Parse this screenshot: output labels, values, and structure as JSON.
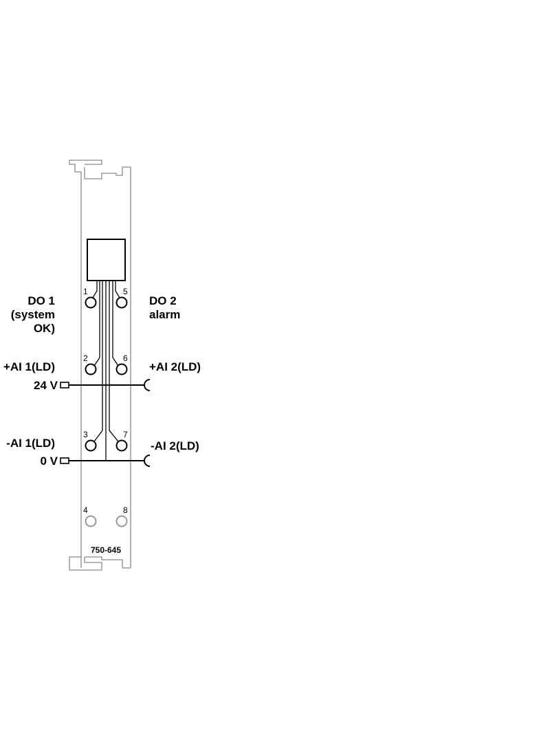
{
  "module": {
    "part_number": "750-645",
    "terminals": [
      {
        "number": "1",
        "active": true
      },
      {
        "number": "2",
        "active": true
      },
      {
        "number": "3",
        "active": true
      },
      {
        "number": "4",
        "active": false
      },
      {
        "number": "5",
        "active": true
      },
      {
        "number": "6",
        "active": true
      },
      {
        "number": "7",
        "active": true
      },
      {
        "number": "8",
        "active": false
      }
    ]
  },
  "labels": {
    "do1": [
      "DO 1",
      "(system",
      "OK)"
    ],
    "do2": [
      "DO 2",
      "alarm"
    ],
    "ai1_plus": "+AI 1(LD)",
    "ai2_plus": "+AI 2(LD)",
    "ai1_minus": "-AI 1(LD)",
    "ai2_minus": "-AI 2(LD)",
    "supply_24v": "24 V",
    "supply_0v": "0 V"
  },
  "colors": {
    "line": "#000000",
    "housing": "#888888",
    "inactive_terminal": "#999999"
  }
}
